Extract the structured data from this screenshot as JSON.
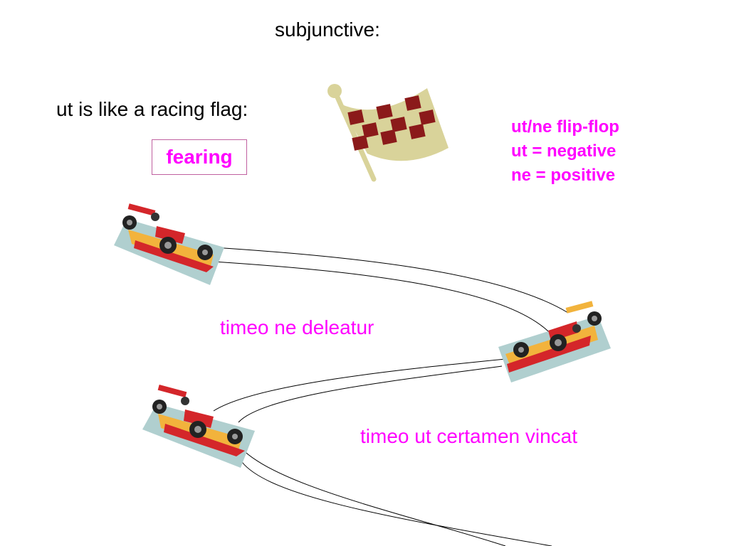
{
  "slide": {
    "title": "subjunctive:",
    "flag_caption": "ut is like a racing flag:",
    "fearing_label": "fearing",
    "rule": {
      "lines": [
        "ut/ne flip-flop",
        "ut = negative",
        "ne = positive"
      ]
    },
    "examples": [
      "timeo ne deleatur",
      "timeo ut certamen vincat"
    ]
  },
  "colors": {
    "magenta": "#ff00ff",
    "flag_dark": "#8b1a1a",
    "flag_light": "#d9d39a",
    "car_base": "#b0cfcf",
    "car_body": "#f2b33c",
    "car_red": "#d4262a"
  },
  "icons": {
    "flag": "checkered-flag-icon",
    "car": "race-car-icon"
  }
}
